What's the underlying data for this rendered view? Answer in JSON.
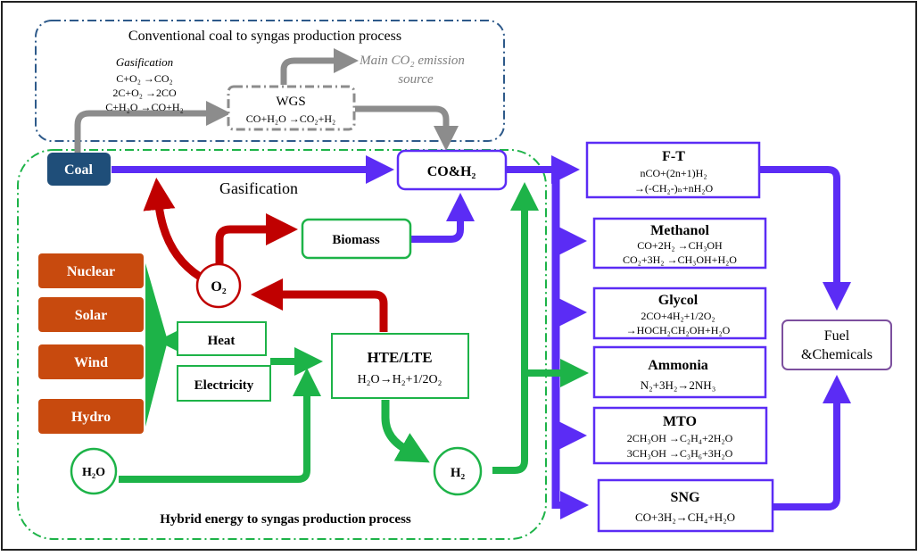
{
  "colors": {
    "purple": "#5b2cf5",
    "green": "#1db348",
    "red": "#c00000",
    "gray": "#8c8c8c",
    "navy": "#1f4e79",
    "orange": "#c84a0e",
    "fuel_border": "#7c4f9e",
    "dash_blue": "#2e5a8a",
    "dash_green": "#1db348"
  },
  "regions": {
    "conventional_title": "Conventional coal to syngas production process",
    "hybrid_title": "Hybrid energy to syngas production process"
  },
  "gasification_top": {
    "title": "Gasification",
    "eq1": "C+O₂ →CO₂",
    "eq2": "2C+O₂ →2CO",
    "eq3": "C+H₂O →CO+H₂"
  },
  "wgs": {
    "title": "WGS",
    "eq": "CO+H₂O →CO₂+H₂"
  },
  "emission": {
    "line1": "Main CO₂ emission",
    "line2": "source"
  },
  "coal": {
    "label": "Coal"
  },
  "gasification_label": "Gasification",
  "syngas": {
    "label": "CO&H₂"
  },
  "biomass": {
    "label": "Biomass"
  },
  "o2": {
    "label": "O₂"
  },
  "h2": {
    "label": "H₂"
  },
  "h2o": {
    "label": "H₂O"
  },
  "sources": [
    "Nuclear",
    "Solar",
    "Wind",
    "Hydro"
  ],
  "heat": {
    "label": "Heat"
  },
  "electricity": {
    "label": "Electricity"
  },
  "hte": {
    "title": "HTE/LTE",
    "eq": "H₂O→H₂+1/2O₂"
  },
  "products": [
    {
      "title": "F-T",
      "eq1": "nCO+(2n+1)H₂",
      "eq2": "→(-CH₂-)ₙ+nH₂O"
    },
    {
      "title": "Methanol",
      "eq1": "CO+2H₂ →CH₃OH",
      "eq2": "CO₂+3H₂ →CH₃OH+H₂O"
    },
    {
      "title": "Glycol",
      "eq1": "2CO+4H₂+1/2O₂",
      "eq2": "→HOCH₂CH₂OH+H₂O"
    },
    {
      "title": "Ammonia",
      "eq1": "N₂+3H₂→2NH₃",
      "eq2": ""
    },
    {
      "title": "MTO",
      "eq1": "2CH₃OH →C₂H₄+2H₂O",
      "eq2": "3CH₃OH →C₃H₆+3H₂O"
    },
    {
      "title": "SNG",
      "eq1": "CO+3H₂→CH₄+H₂O",
      "eq2": ""
    }
  ],
  "fuel": {
    "line1": "Fuel",
    "line2": "&Chemicals"
  }
}
